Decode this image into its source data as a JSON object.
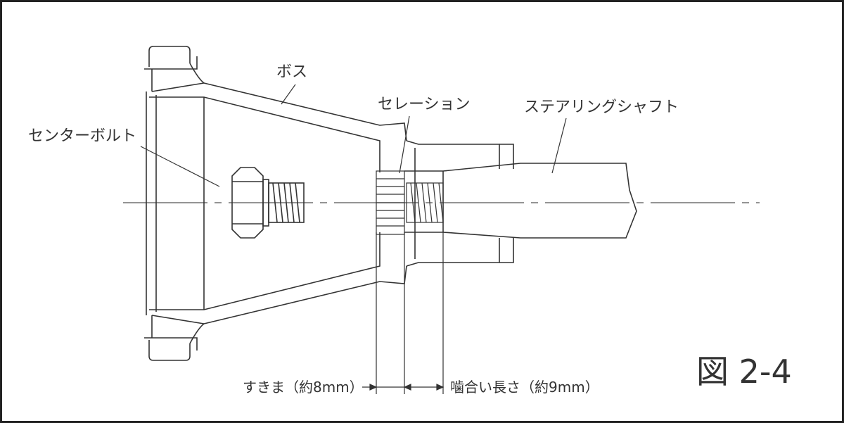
{
  "labels": {
    "boss": "ボス",
    "serration": "セレーション",
    "steering_shaft": "ステアリングシャフト",
    "center_bolt": "センターボルト",
    "clearance": "すきま（約8mm）",
    "engagement_length": "噛合い長さ（約9mm）"
  },
  "figure_label": "図 2-4",
  "colors": {
    "line": "#333333",
    "background": "#ffffff"
  }
}
